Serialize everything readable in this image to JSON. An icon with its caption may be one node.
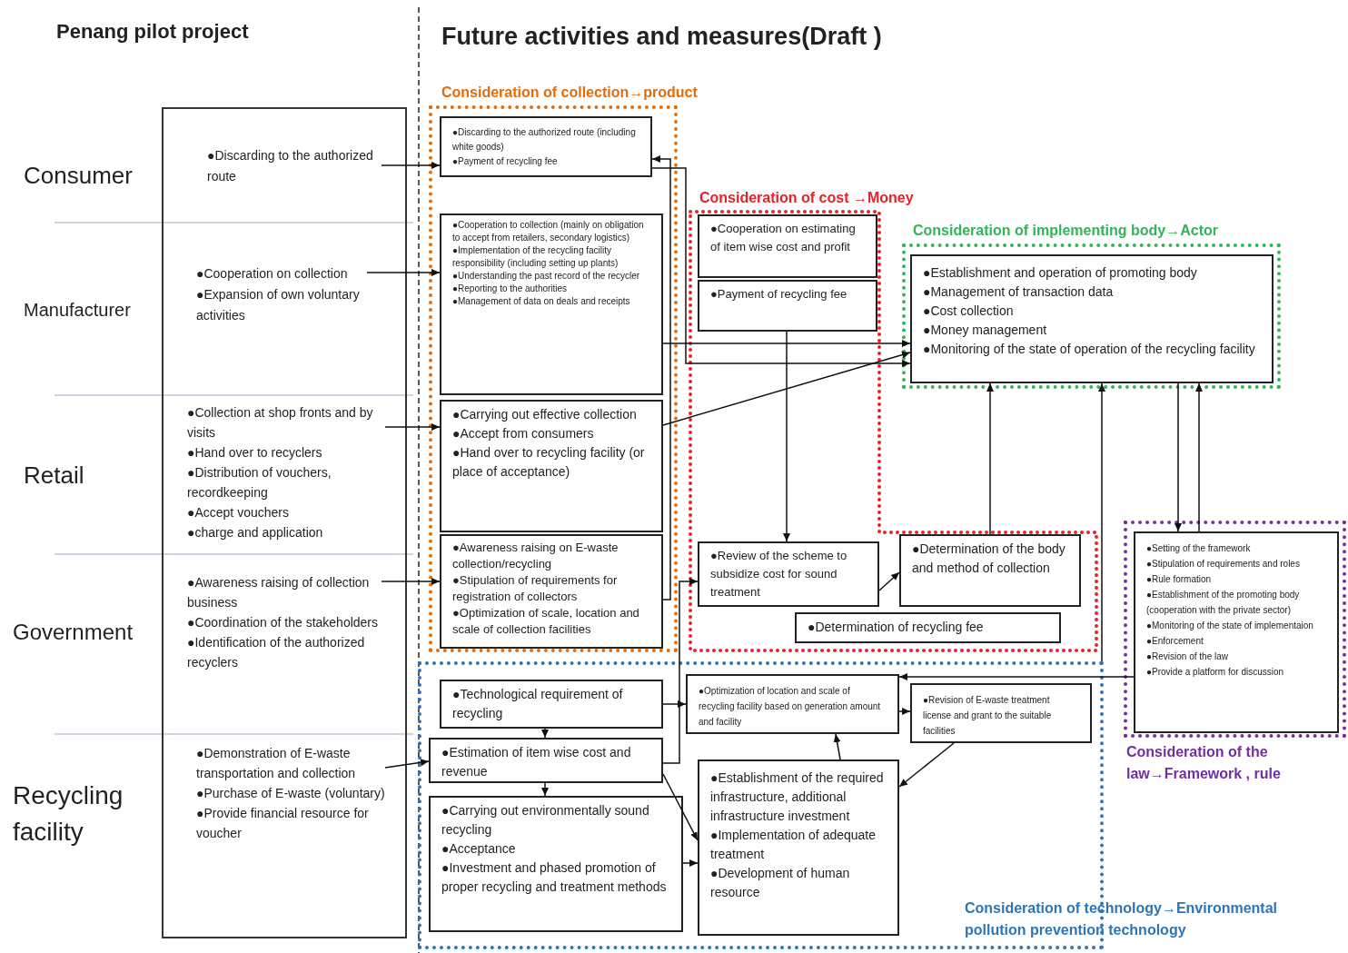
{
  "diagram": {
    "nodes": [
      {
        "text": [],
        "shape": "box"
      },
      {
        "text": [
          "●Discarding to the authorized route"
        ],
        "in": 0
      },
      {
        "text": [
          "●Cooperation on collection",
          "●Expansion of own voluntary activities"
        ],
        "in": 0
      },
      {
        "text": [
          "●Collection at shop fronts and by visits",
          "●Hand over to recyclers",
          "●Distribution of vouchers, recordkeeping",
          "●Accept vouchers",
          "●charge and application"
        ],
        "in": 0
      },
      {
        "text": [
          "●Awareness raising of collection business",
          "●Coordination of the stakeholders",
          "●Identification of the authorized recyclers"
        ],
        "in": 0
      },
      {
        "text": [
          "●Demonstration of E-waste transportation and collection",
          "●Purchase of E-waste (voluntary)",
          "●Provide financial resource for voucher"
        ],
        "in": 0
      },
      {
        "text": [
          "Consideration of collection→product"
        ]
      },
      {
        "text": [
          "●Discarding to the authorized route (including white goods)",
          "●Payment of recycling fee"
        ],
        "in": 6
      },
      {
        "text": [
          "●Cooperation to collection (mainly on obligation to accept from retailers, secondary logistics)",
          "●Implementation of the recycling facility responsibility (including setting up plants)",
          "●Understanding the past record of the recycler",
          "●Reporting to the authorities",
          "●Management of data on deals and receipts"
        ],
        "in": 6
      },
      {
        "text": [
          "●Carrying out effective collection",
          "●Accept from consumers",
          "●Hand over to recycling facility (or place of acceptance)"
        ],
        "in": 6
      },
      {
        "text": [
          "●Awareness raising on E-waste collection/recycling",
          "●Stipulation of requirements for registration of collectors",
          "●Optimization of scale, location and scale of collection facilities"
        ],
        "in": 6
      },
      {
        "text": [
          "Consideration of cost →Money"
        ]
      },
      {
        "text": [
          "●Cooperation on estimating of item wise cost and profit"
        ],
        "in": 11
      },
      {
        "text": [
          "●Payment of recycling fee"
        ],
        "in": 11
      },
      {
        "text": [
          "Consideration of implementing body→Actor"
        ]
      },
      {
        "text": [
          "●Establishment and operation of promoting body",
          "●Management of transaction data",
          "●Cost collection",
          "●Money management",
          "●Monitoring of the state of operation of the recycling facility"
        ],
        "in": 14
      },
      {
        "text": [
          "●Review of the scheme to subsidize cost for sound treatment"
        ],
        "in": 11
      },
      {
        "text": [
          "●Determination of the body and method of collection"
        ],
        "in": 11
      },
      {
        "text": [
          "●Determination of recycling fee"
        ],
        "in": 11
      },
      {
        "text": [
          "Consideration of the law→Framework , rule"
        ]
      },
      {
        "text": [
          "●Setting of the framework",
          "●Stipulation of requirements and roles",
          "●Rule formation",
          "●Establishment of the promoting body (cooperation with the private sector)",
          "●Monitoring of the state of implementaion",
          "●Enforcement",
          "●Revision of the law",
          "●Provide a platform for discussion"
        ],
        "in": 19
      },
      {
        "text": [
          "Consideration of technology→Environmental pollution prevention technology"
        ]
      },
      {
        "text": [
          "●Technological requirement of recycling"
        ],
        "in": 21
      },
      {
        "text": [
          "●Optimization of location and scale of recycling facility based on generation amount and facility"
        ],
        "in": 21
      },
      {
        "text": [
          "●Revision of E-waste treatment license and grant to the suitable facilities"
        ],
        "in": 21
      },
      {
        "text": [
          "●Estimation of item wise cost and revenue"
        ],
        "in": 21
      },
      {
        "text": [
          "●Carrying out environmentally sound recycling",
          "●Acceptance",
          "●Investment and phased promotion of proper recycling and treatment methods"
        ],
        "in": 21
      },
      {
        "text": [
          "●Establishment of the required infrastructure, additional infrastructure investment",
          "●Implementation of adequate treatment",
          "●Development of human resource"
        ],
        "in": 21
      }
    ],
    "edges": [
      {
        "from": 1,
        "to": 7,
        "arrow": "to"
      },
      {
        "from": 2,
        "to": 8,
        "arrow": "to"
      },
      {
        "from": 3,
        "to": 9,
        "arrow": "to"
      },
      {
        "from": 4,
        "to": 10,
        "arrow": "to"
      },
      {
        "from": 5,
        "to": 25,
        "arrow": "to"
      },
      {
        "from": 10,
        "to": 7,
        "arrow": "to"
      },
      {
        "from": 7,
        "to": 15,
        "arrow": "to"
      },
      {
        "from": 8,
        "to": 15,
        "arrow": "to"
      },
      {
        "from": 9,
        "to": 15,
        "arrow": "to"
      },
      {
        "from": 13,
        "to": 16,
        "arrow": "to"
      },
      {
        "from": 17,
        "to": 15,
        "arrow": "to"
      },
      {
        "from": 21,
        "to": 15,
        "arrow": "to"
      },
      {
        "from": 15,
        "to": 20,
        "arrow": "to"
      },
      {
        "from": 20,
        "to": 15,
        "arrow": "to"
      },
      {
        "from": 20,
        "to": 23,
        "arrow": "to"
      },
      {
        "from": 16,
        "to": 17,
        "arrow": "to"
      },
      {
        "from": 25,
        "to": 16,
        "arrow": "to"
      },
      {
        "from": 22,
        "to": 23,
        "arrow": "to"
      },
      {
        "from": 22,
        "to": 25,
        "arrow": "to"
      },
      {
        "from": 25,
        "to": 26,
        "arrow": "to"
      },
      {
        "from": 25,
        "to": 27,
        "arrow": "to"
      },
      {
        "from": 26,
        "to": 27,
        "arrow": "to"
      },
      {
        "from": 27,
        "to": 23,
        "arrow": "to"
      },
      {
        "from": 23,
        "to": 24,
        "arrow": "to"
      },
      {
        "from": 24,
        "to": 27,
        "arrow": "to"
      }
    ],
    "labels": [
      "Penang pilot project",
      "Future activities and measures(Draft )",
      "Consumer",
      "Manufacturer",
      "Retail",
      "Government",
      "Recycling facility"
    ]
  }
}
